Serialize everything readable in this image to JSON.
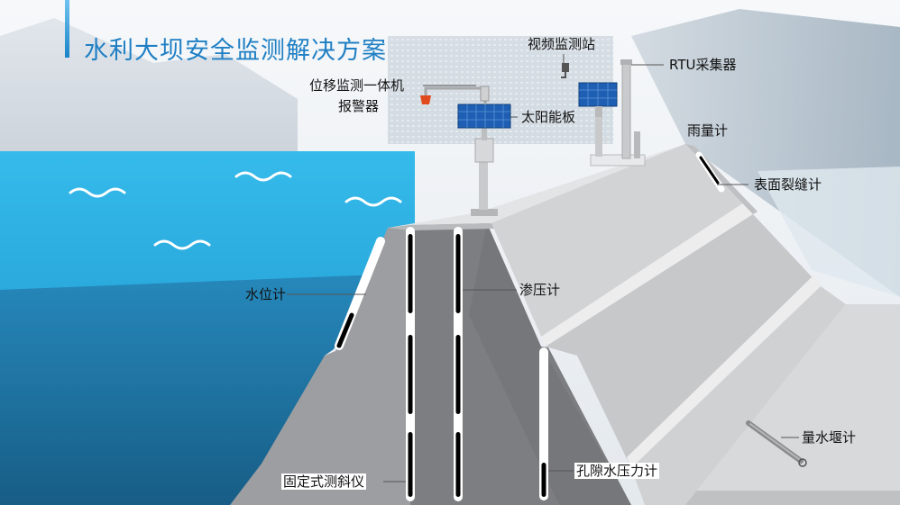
{
  "title": "水利大坝安全监测解决方案",
  "labels": {
    "video_station": "视频监测站",
    "rtu": "RTU采集器",
    "displacement": "位移监测一体机",
    "alarm": "报警器",
    "solar": "太阳能板",
    "rain_gauge": "雨量计",
    "crack_meter": "表面裂缝计",
    "water_level": "水位计",
    "osmometer": "渗压计",
    "inclinometer": "固定式测斜仪",
    "pore_pressure": "孔隙水压力计",
    "weir_meter": "量水堰计"
  },
  "colors": {
    "title": "#1f7fc4",
    "water_surface": "#2fb6e8",
    "water_deep": "#1d6f9e",
    "dam_light": "#cfd0d2",
    "dam_mid": "#9c9da0",
    "dam_dark": "#6e6f72",
    "solar_panel": "#1e5fb4",
    "alarm": "#e04a1c"
  }
}
